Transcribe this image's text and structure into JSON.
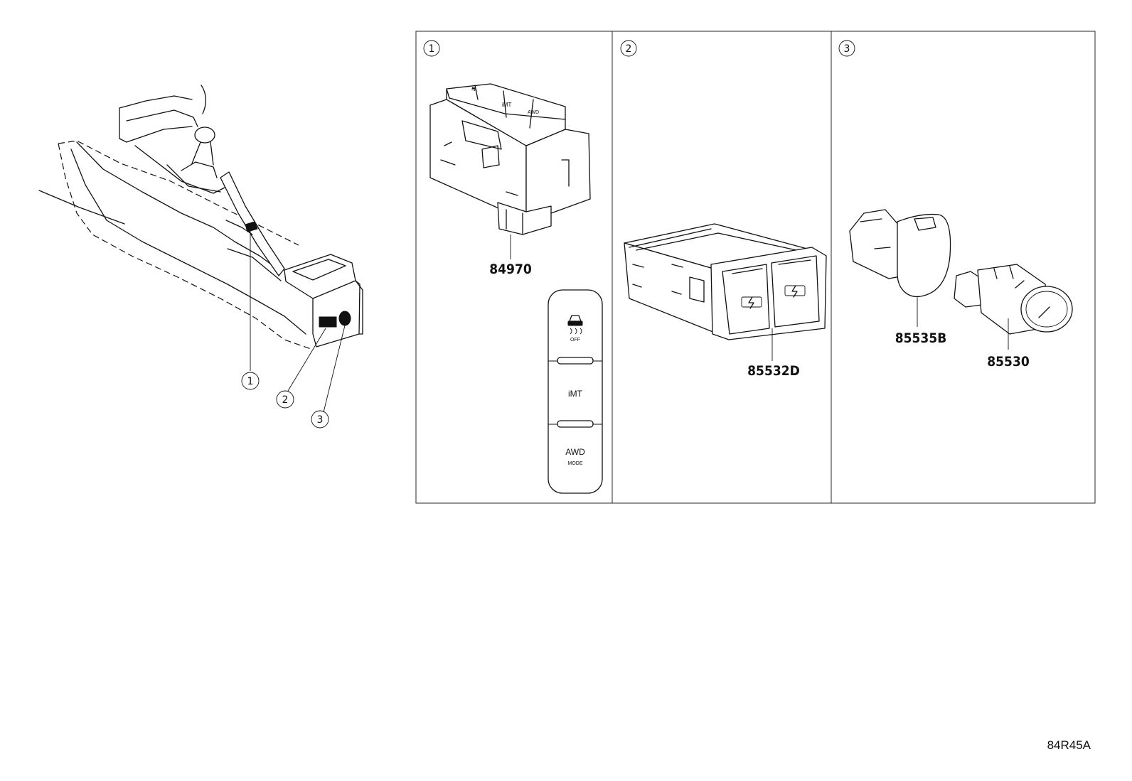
{
  "callouts": {
    "c1": "1",
    "c2": "2",
    "c3": "3"
  },
  "parts": {
    "p1": "84970",
    "p2": "85532D",
    "p3a": "85535B",
    "p3b": "85530"
  },
  "switch_panel": {
    "btn1_sub": "OFF",
    "btn2": "iMT",
    "btn3": "AWD",
    "btn3_sub": "MODE"
  },
  "drawing_code": "84R45A"
}
